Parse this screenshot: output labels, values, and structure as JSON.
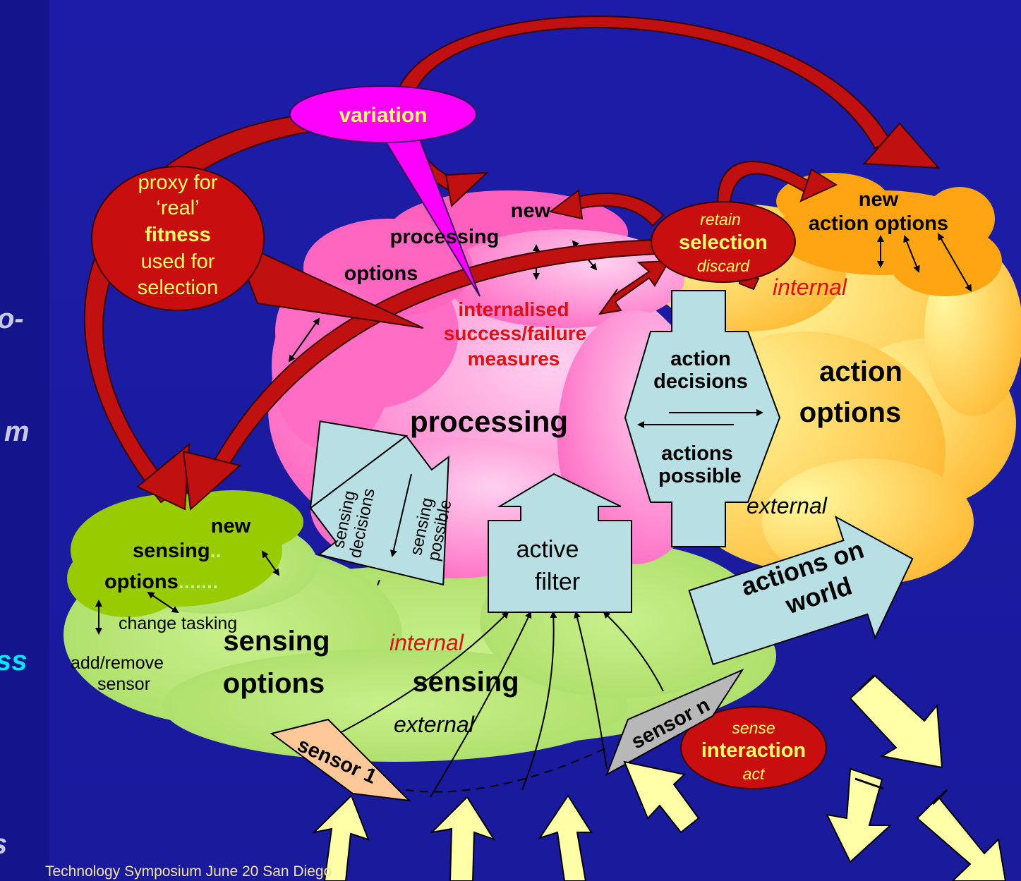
{
  "sidebar": {
    "fragments": [
      "o-",
      "m",
      "ss",
      "s"
    ]
  },
  "labels": {
    "variation": "variation",
    "proxy_line1": "proxy for",
    "proxy_line2": "‘real’",
    "proxy_line3": "fitness",
    "proxy_line4": "used for",
    "proxy_line5": "selection",
    "new_processing_new": "new",
    "new_processing_processing": "processing",
    "new_processing_options": "options",
    "internalised_1": "internalised",
    "internalised_2": "success/failure",
    "internalised_3": "measures",
    "processing": "processing",
    "retain": "retain",
    "selection": "selection",
    "discard": "discard",
    "new_action_new": "new",
    "new_action_options": "action options",
    "internal_action": "internal",
    "internal_action_dots": ".....",
    "action_options_1": "action",
    "action_options_2": "options",
    "action_decisions_1": "action",
    "action_decisions_2": "decisions",
    "actions_possible_1": "actions",
    "actions_possible_2": "possible",
    "external_action": "external",
    "external_action_dots": "......",
    "sensing_decisions_1": "sensing",
    "sensing_decisions_2": "decisions",
    "sensing_possible_1": "sensing",
    "sensing_possible_2": "possible",
    "active_filter_1": "active",
    "active_filter_2": "filter",
    "actions_on_world_1": "actions on",
    "actions_on_world_2": "world",
    "new_sensing_new": "new",
    "new_sensing_sensing": "sensing",
    "new_sensing_dots": "..",
    "new_sensing_options": "options",
    "new_sensing_options_dots": ".......",
    "change_tasking": "change tasking",
    "add_remove": "add/remove",
    "sensor_word": "sensor",
    "sensing_options_1": "sensing",
    "sensing_options_2": "options",
    "internal_sensing": "internal",
    "sensing": "sensing",
    "external_sensing": "external",
    "sensor_1": "sensor 1",
    "sensor_n": "sensor n",
    "sense": "sense",
    "interaction": "interaction",
    "act": "act"
  },
  "footer": "Technology Symposium June 20",
  "footer_tail": "San Diego",
  "colors": {
    "background": "#1a1aa0",
    "red_arrow": "#c01010",
    "magenta": "#ff00ff",
    "pink_cloud": "#ff77c8",
    "orange_cloud": "#ffa010",
    "yellow_cloud": "#ffd060",
    "green_cloud": "#aadd66",
    "light_blue": "#b8e0e4",
    "yellow_arrow": "#ffffa8",
    "sensor_1": "#ffc898",
    "sensor_n": "#b8b8b8"
  }
}
